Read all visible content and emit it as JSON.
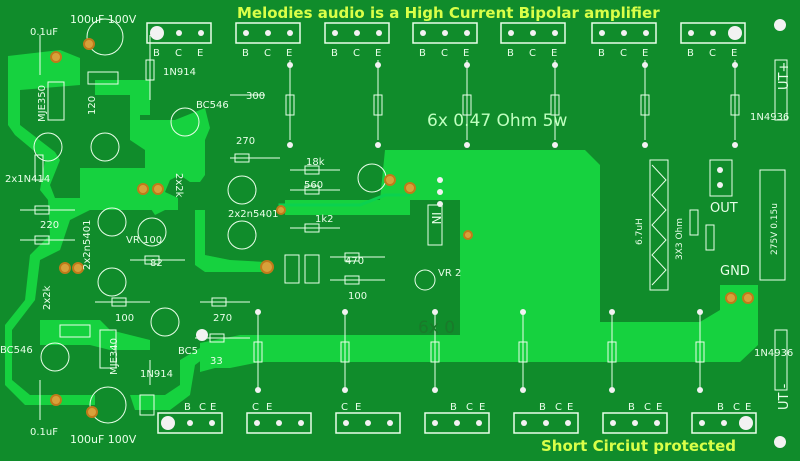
{
  "title": "Melodies audio is a  High Current Bipolar amplifier",
  "bottom_note": "Short Circiut protected",
  "labels": {
    "top_cap": "100uF 100V",
    "bottom_cap": "100uF 100V",
    "top_left_cap": "0.1uF",
    "bottom_left_cap": "0.1uF",
    "emitter_res": "6x 0.47 Ohm 5w",
    "emitter_res_bottom": "6x 0",
    "d_1n914_top": "1N914",
    "d_1n914_bottom": "1N914",
    "mje_top": "MJE350",
    "mje_bottom": "MJE340",
    "r120": "120",
    "r300": "300",
    "r270_top": "270",
    "r270_bot": "270",
    "r18k": "18k",
    "r560": "560",
    "r1k2": "1k2",
    "r470": "470",
    "r100_mid": "100",
    "r100_left": "100",
    "r82": "82",
    "r220": "220",
    "vr100": "VR 100",
    "vr2": "VR 2",
    "q_2x2k": "2x2k",
    "q_2x2n5401": "2x2n5401",
    "q_2x2n5401_l": "2x2n5401",
    "q_2x1n4": "2x1N414",
    "q_2x2k_b": "2x2k",
    "q_bc546_top": "BC546",
    "q_bc546_bot": "BC546",
    "q_bc5": "BC5",
    "out": "OUT",
    "in": "IN",
    "gnd": "GND",
    "ut_plus": "UT+",
    "ut_minus": "UT -",
    "d_top_right": "1N4936",
    "d_bot_right": "1N4936",
    "ind": "6.7uH",
    "res_3x3": "3X3 Ohm",
    "cap_out": "275V 0.15u",
    "r_33": "33",
    "bce": [
      "B",
      "C",
      "E"
    ]
  }
}
